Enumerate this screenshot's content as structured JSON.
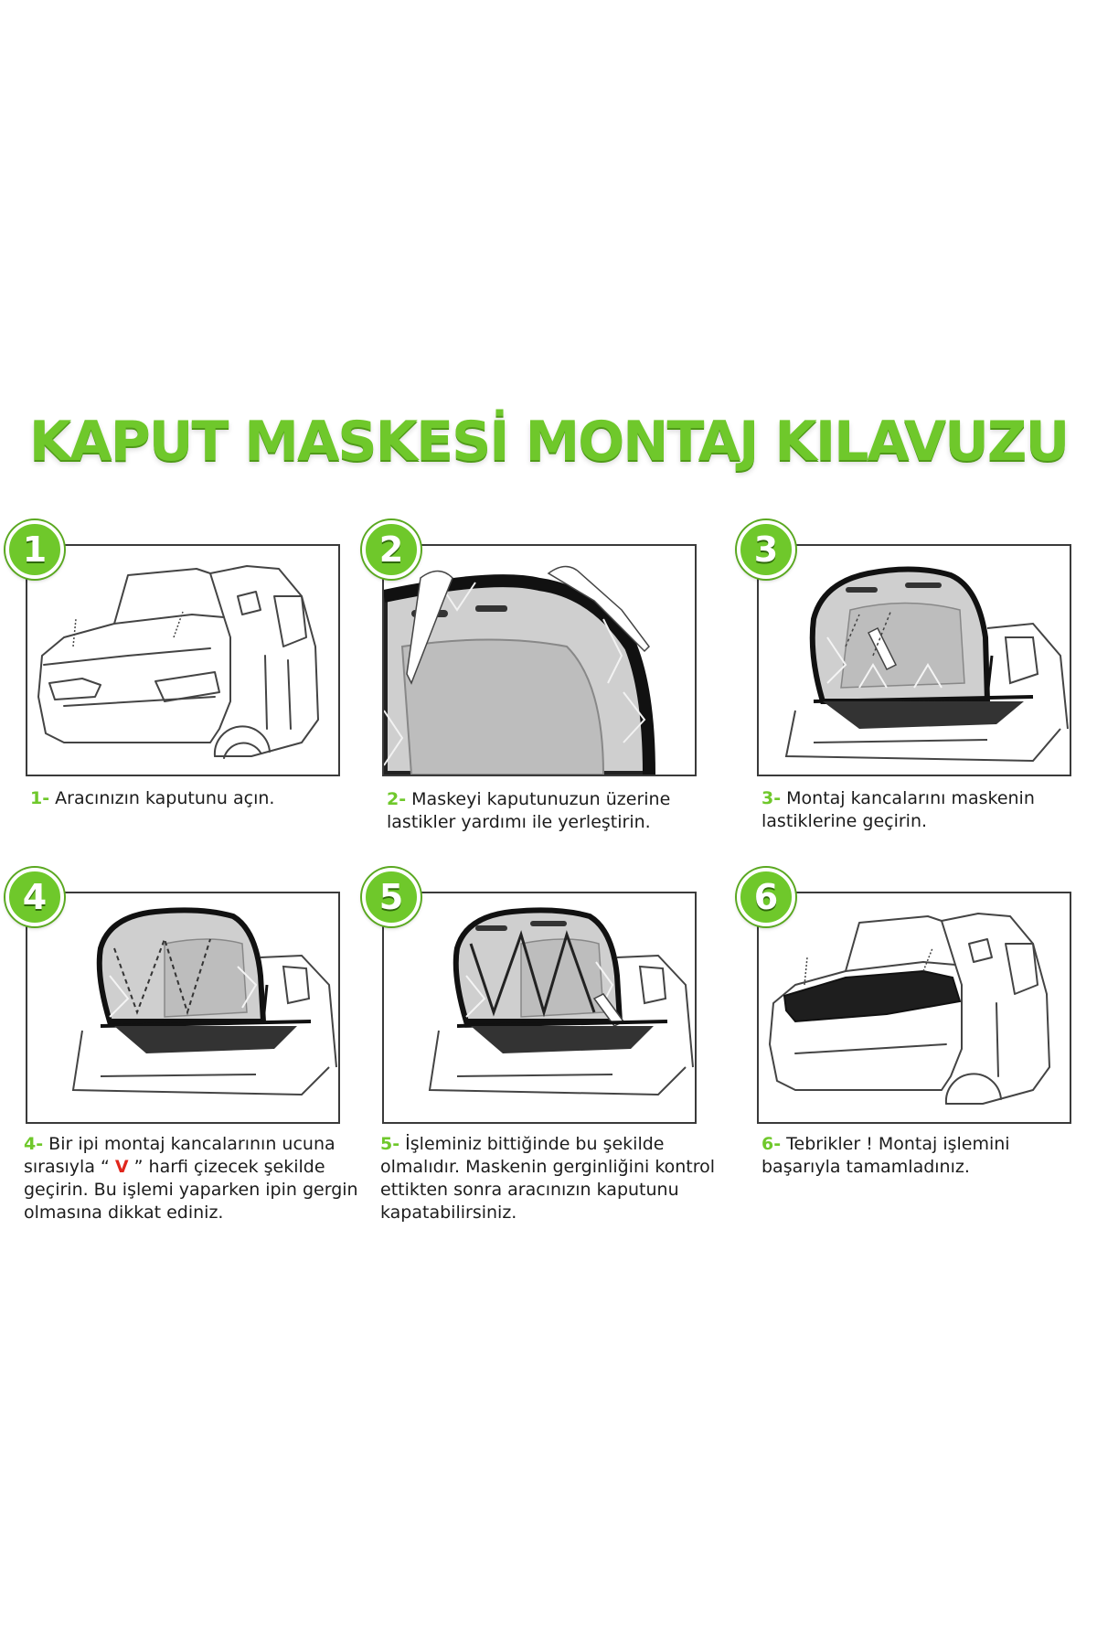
{
  "title": "KAPUT MASKESİ MONTAJ KILAVUZU",
  "colors": {
    "accent": "#6fc82b",
    "highlight": "#e0261c",
    "mask": "#1e1e1e"
  },
  "steps": [
    {
      "number": "1",
      "prefix": "1-",
      "text": "Aracınızın kaputunu açın."
    },
    {
      "number": "2",
      "prefix": "2-",
      "text": "Maskeyi kaputunuzun üzerine lastikler yardımı ile yerleştirin."
    },
    {
      "number": "3",
      "prefix": "3-",
      "text": "Montaj kancalarını maskenin lastiklerine geçirin."
    },
    {
      "number": "4",
      "prefix": "4-",
      "text_before": "Bir ipi montaj kancalarının ucuna sırasıyla “",
      "highlight": "V",
      "text_after": "” harfi çizecek şekilde geçirin. Bu işlemi yaparken ipin gergin olmasına dikkat ediniz."
    },
    {
      "number": "5",
      "prefix": "5-",
      "text": "İşleminiz bittiğinde bu şekilde olmalıdır. Maskenin gerginliğini kontrol ettikten sonra aracınızın kaputunu kapatabilirsiniz."
    },
    {
      "number": "6",
      "prefix": "6-",
      "text": "Tebrikler ! Montaj işlemini başarıyla tamamladınız."
    }
  ]
}
